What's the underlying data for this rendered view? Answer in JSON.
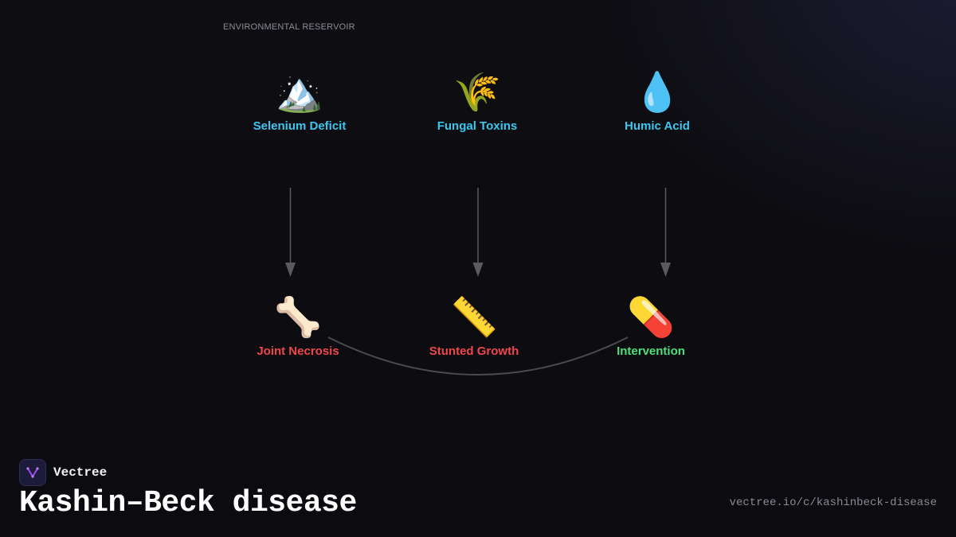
{
  "diagram": {
    "section_label": "ENVIRONMENTAL RESERVOIR",
    "causes": [
      {
        "emoji": "🏔️",
        "label": "Selenium Deficit",
        "icon": "mountain-icon"
      },
      {
        "emoji": "🌾",
        "label": "Fungal Toxins",
        "icon": "grain-icon"
      },
      {
        "emoji": "💧",
        "label": "Humic Acid",
        "icon": "droplet-icon"
      }
    ],
    "effects": [
      {
        "emoji": "🦴",
        "label": "Joint Necrosis",
        "icon": "bone-icon"
      },
      {
        "emoji": "📏",
        "label": "Stunted Growth",
        "icon": "ruler-icon"
      },
      {
        "emoji": "💊",
        "label": "Intervention",
        "icon": "pill-icon"
      }
    ],
    "colors": {
      "cause_label": "#3cc7f0",
      "effect_label": "#f0474c",
      "intervention_label": "#4fe07a",
      "connector": "#5a5a60"
    }
  },
  "footer": {
    "brand_name": "Vectree",
    "title": "Kashin–Beck disease",
    "url": "vectree.io/c/kashinbeck-disease"
  }
}
